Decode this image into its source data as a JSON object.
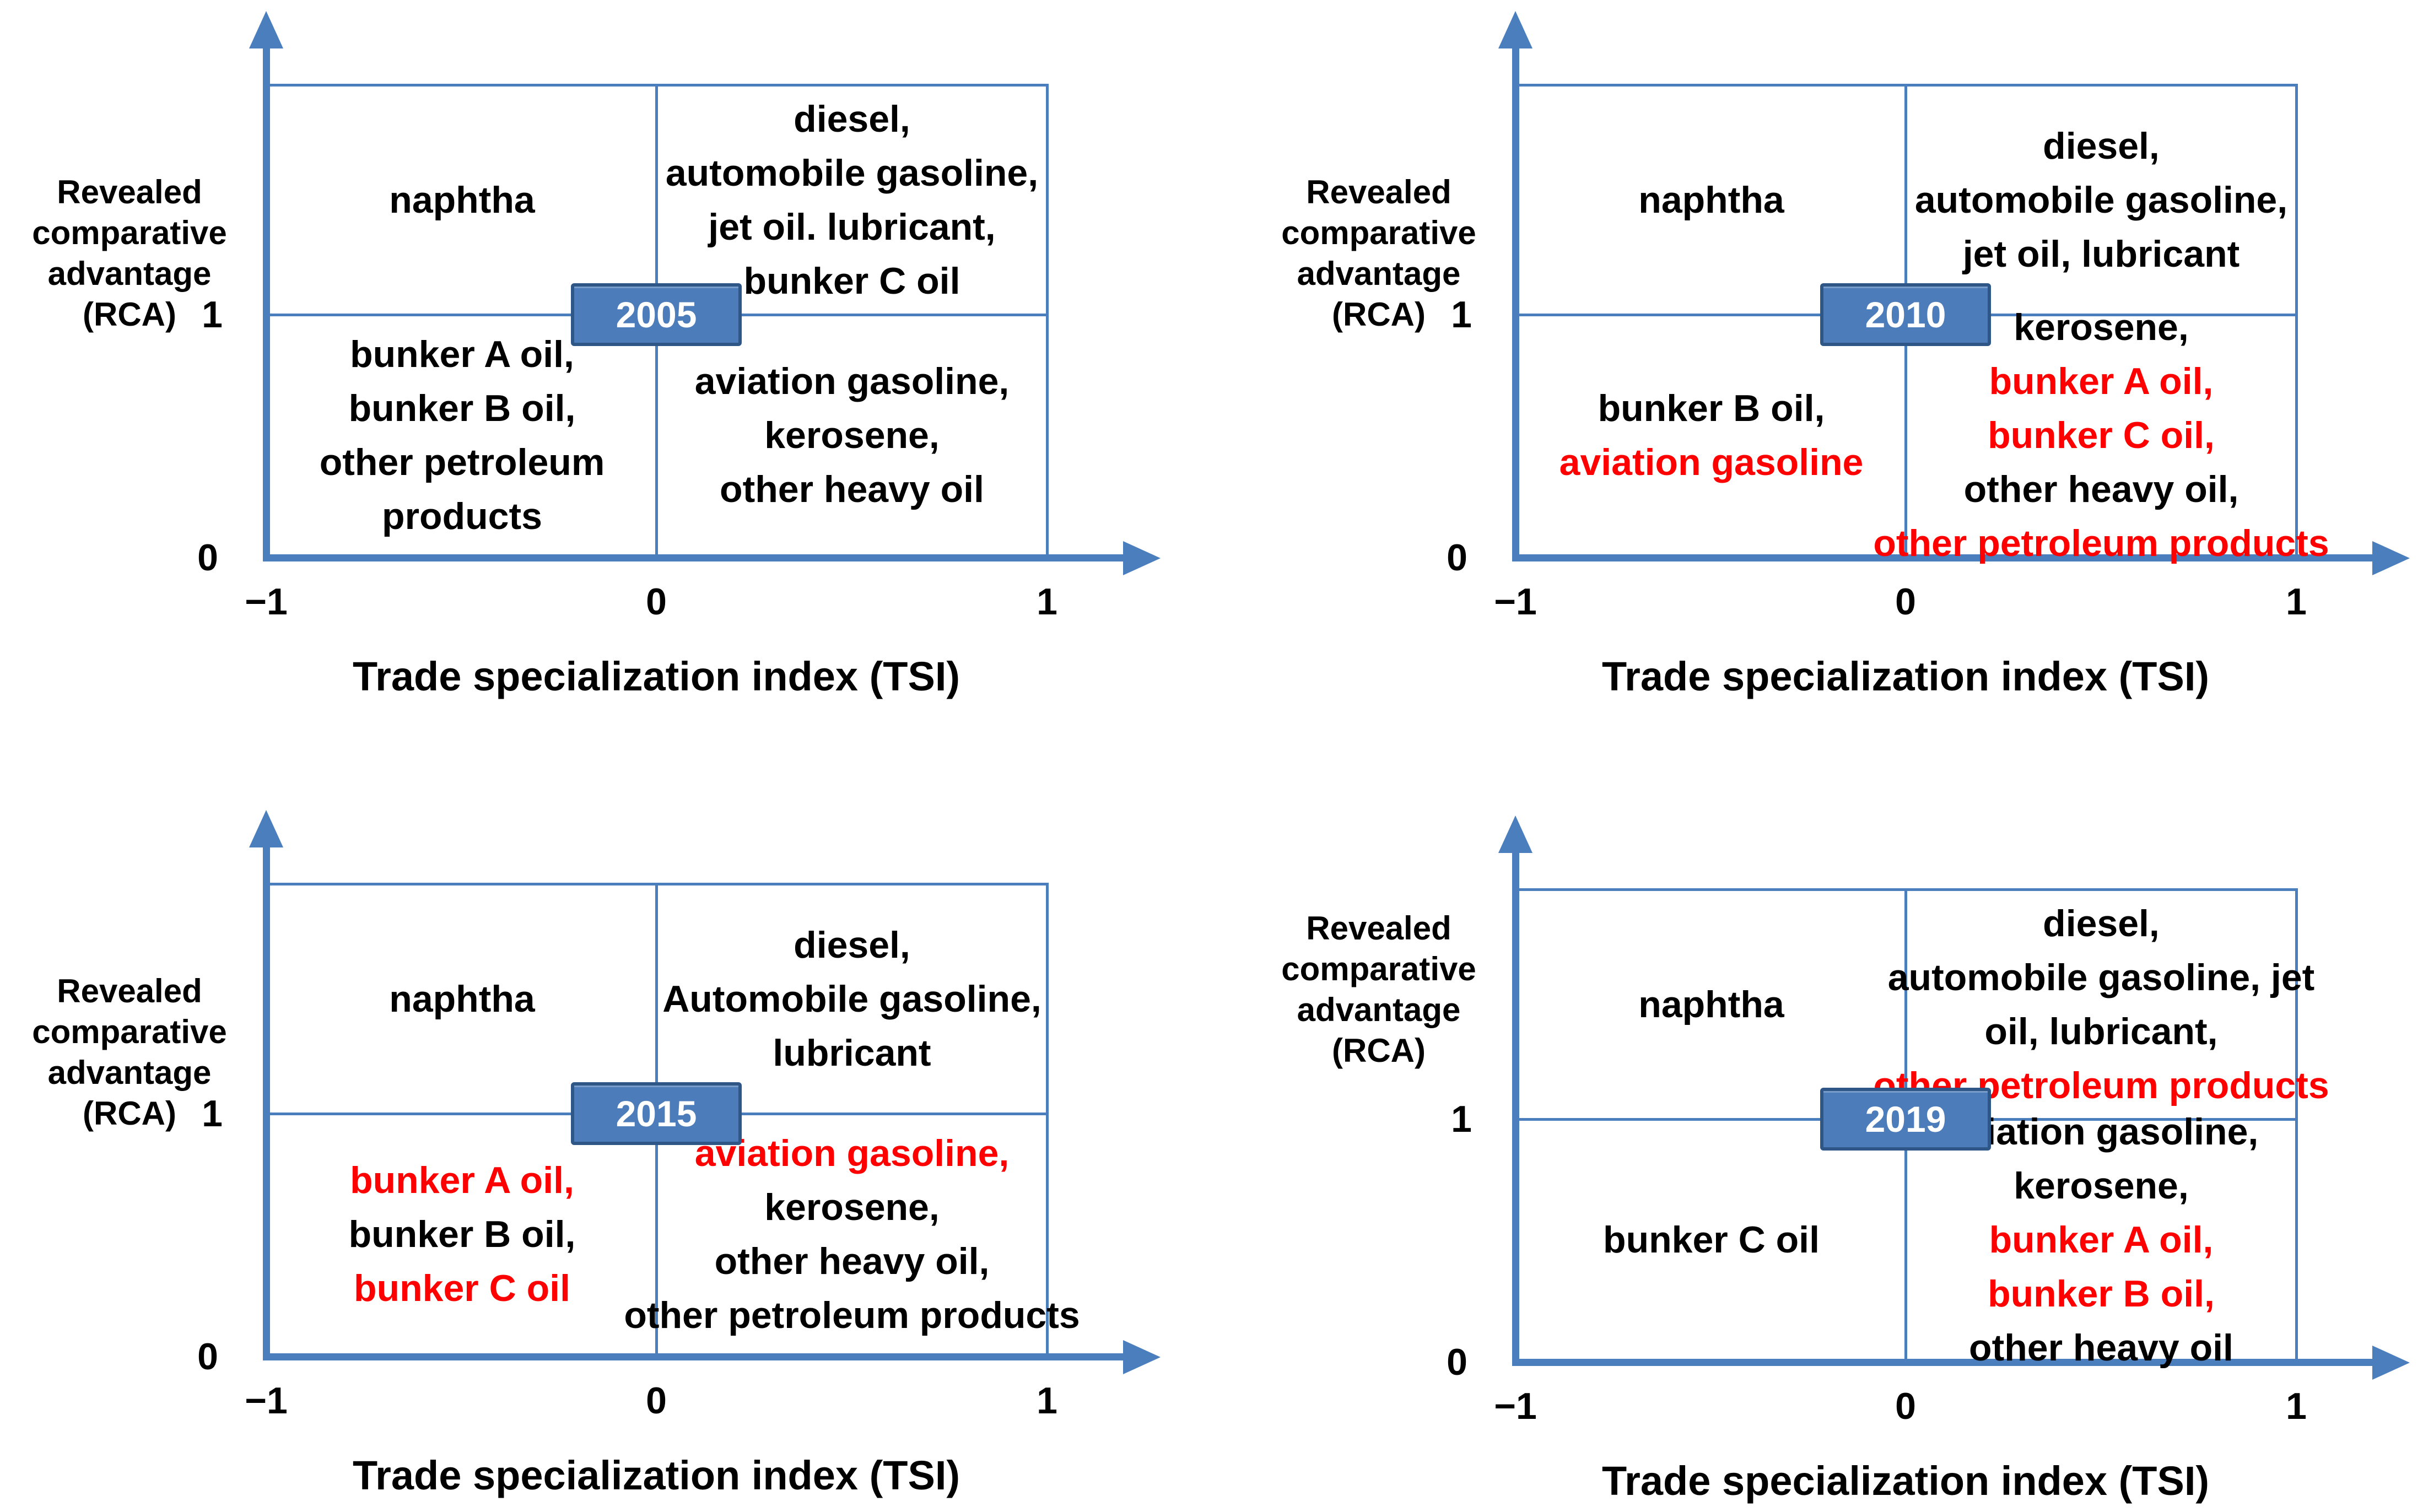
{
  "figure": {
    "colors": {
      "line_blue": "#4a7ebc",
      "badge_fill": "#4c7cba",
      "badge_border": "#2e5687",
      "badge_text": "#ffffff",
      "red": "#ff0000",
      "text": "#000000"
    },
    "axis_labels": {
      "y_lines": [
        "Revealed",
        "comparative",
        "advantage",
        "(RCA)"
      ],
      "y_tick_upper": "1",
      "y_tick_origin": "0",
      "x_tick_left": "−1",
      "x_tick_mid": "0",
      "x_tick_right": "1",
      "x": "Trade specialization index (TSI)"
    },
    "charts": [
      {
        "year": "2005",
        "position": "top-left",
        "quadrants": {
          "upper_left": [
            {
              "text": "naphtha",
              "red": false
            }
          ],
          "upper_right": [
            {
              "text": "diesel,",
              "red": false
            },
            {
              "text": "automobile gasoline,",
              "red": false
            },
            {
              "text": "jet oil. lubricant,",
              "red": false
            },
            {
              "text": "bunker C oil",
              "red": false
            }
          ],
          "lower_left": [
            {
              "text": "bunker A oil,",
              "red": false
            },
            {
              "text": "bunker B oil,",
              "red": false
            },
            {
              "text": "other petroleum",
              "red": false
            },
            {
              "text": "products",
              "red": false
            }
          ],
          "lower_right": [
            {
              "text": "aviation gasoline,",
              "red": false
            },
            {
              "text": "kerosene,",
              "red": false
            },
            {
              "text": "other heavy oil",
              "red": false
            }
          ]
        }
      },
      {
        "year": "2010",
        "position": "top-right",
        "quadrants": {
          "upper_left": [
            {
              "text": "naphtha",
              "red": false
            }
          ],
          "upper_right": [
            {
              "text": "diesel,",
              "red": false
            },
            {
              "text": "automobile gasoline,",
              "red": false
            },
            {
              "text": "jet oil, lubricant",
              "red": false
            }
          ],
          "lower_left": [
            {
              "text": "bunker B oil,",
              "red": false
            },
            {
              "text": "aviation gasoline",
              "red": true
            }
          ],
          "lower_right": [
            {
              "text": "kerosene,",
              "red": false
            },
            {
              "text": "bunker A oil,",
              "red": true
            },
            {
              "text": "bunker C oil,",
              "red": true
            },
            {
              "text": "other heavy oil,",
              "red": false
            },
            {
              "text": "other petroleum products",
              "red": true
            }
          ]
        }
      },
      {
        "year": "2015",
        "position": "bottom-left",
        "quadrants": {
          "upper_left": [
            {
              "text": "naphtha",
              "red": false
            }
          ],
          "upper_right": [
            {
              "text": "diesel,",
              "red": false
            },
            {
              "text": "Automobile gasoline,",
              "red": false
            },
            {
              "text": "lubricant",
              "red": false
            }
          ],
          "lower_left": [
            {
              "text": "bunker A oil,",
              "red": true
            },
            {
              "text": "bunker B oil,",
              "red": false
            },
            {
              "text": "bunker C oil",
              "red": true
            }
          ],
          "lower_right": [
            {
              "text": "aviation gasoline,",
              "red": true
            },
            {
              "text": "kerosene,",
              "red": false
            },
            {
              "text": "other heavy oil,",
              "red": false
            },
            {
              "text": "other petroleum products",
              "red": false
            }
          ]
        }
      },
      {
        "year": "2019",
        "position": "bottom-right",
        "quadrants": {
          "upper_left": [
            {
              "text": "naphtha",
              "red": false
            }
          ],
          "upper_right": [
            {
              "text": "diesel,",
              "red": false
            },
            {
              "text": "automobile gasoline, jet",
              "red": false
            },
            {
              "text": "oil, lubricant,",
              "red": false
            },
            {
              "text": "other petroleum products",
              "red": true
            }
          ],
          "lower_left": [
            {
              "text": "bunker C oil",
              "red": false
            }
          ],
          "lower_right": [
            {
              "text": "aviation gasoline,",
              "red": false
            },
            {
              "text": "kerosene,",
              "red": false
            },
            {
              "text": "bunker A oil,",
              "red": true
            },
            {
              "text": "bunker B oil,",
              "red": true
            },
            {
              "text": "other heavy oil",
              "red": false
            }
          ]
        }
      }
    ]
  }
}
